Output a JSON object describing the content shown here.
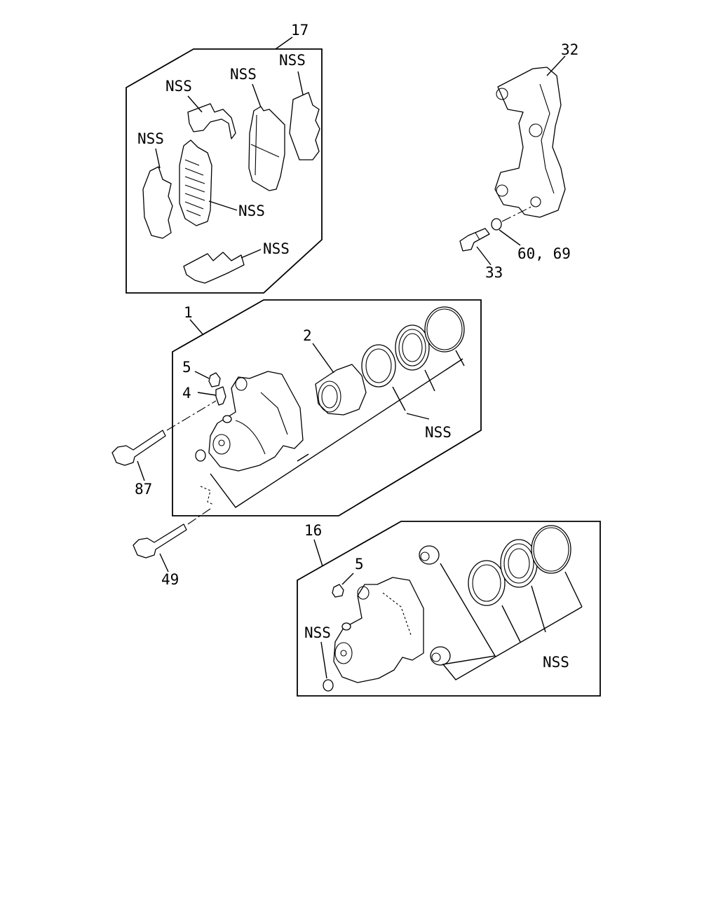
{
  "labels": {
    "pad_kit": "17",
    "nss": "NSS",
    "bracket": "32",
    "bolt_33": "33",
    "washer": "60, 69",
    "caliper_assy": "1",
    "piston": "2",
    "cap": "5",
    "bleeder": "4",
    "bolt_87": "87",
    "bolt_49": "49",
    "caliper_assy_16": "16"
  }
}
